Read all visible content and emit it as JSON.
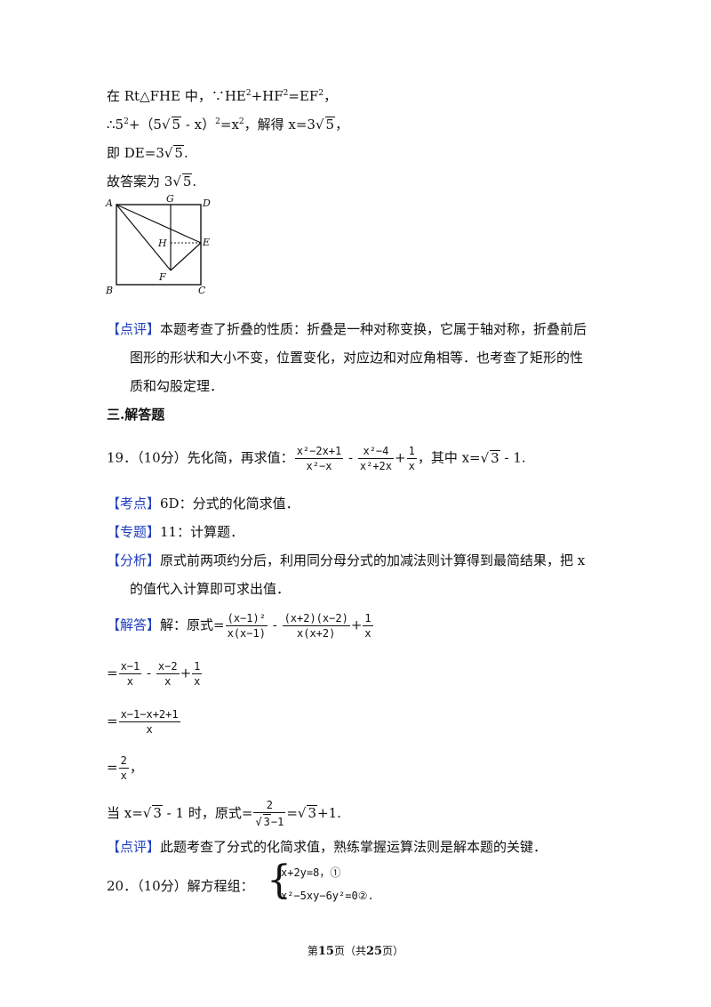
{
  "solution_prev": {
    "l1_a": "在 Rt△FHE 中，∵HE",
    "l1_b": "+HF",
    "l1_c": "=EF",
    "l1_d": "，",
    "sup2": "2",
    "l2_a": "∴5",
    "l2_b": "+（5",
    "l2_c": "5",
    "l2_d": " - x）",
    "l2_e": "=x",
    "l2_f": "，解得 x=3",
    "l2_g": "5",
    "l2_h": "，",
    "l3_a": "即 DE=3",
    "l3_b": "5",
    "l3_c": ".",
    "l4_a": "故答案为 3",
    "l4_b": "5",
    "l4_c": "."
  },
  "figure": {
    "labels": [
      "A",
      "G",
      "D",
      "H",
      "E",
      "F",
      "B",
      "C"
    ]
  },
  "review1": {
    "tag": "【点评】",
    "line1": "本题考查了折叠的性质：折叠是一种对称变换，它属于轴对称，折叠前后",
    "line2": "图形的形状和大小不变，位置变化，对应边和对应角相等．也考查了矩形的性",
    "line3": "质和勾股定理．"
  },
  "section_title": "三.解答题",
  "q19": {
    "number": "19．（10分）先化简，再求值：",
    "f1_num": "x²−2x+1",
    "f1_den": "x²−x",
    "minus": " - ",
    "f2_num": "x²−4",
    "f2_den": "x²+2x",
    "plus": "+",
    "f3_num": "1",
    "f3_den": "x",
    "tail_a": "，其中 x=",
    "tail_b": "3",
    "tail_c": " - 1."
  },
  "kaodian": {
    "tag": "【考点】",
    "text": "6D：分式的化简求值．"
  },
  "zhuanti": {
    "tag": "【专题】",
    "text": "11：计算题．"
  },
  "fenxi": {
    "tag": "【分析】",
    "line1": "原式前两项约分后，利用同分母分式的加减法则计算得到最简结果，把 x",
    "line2": "的值代入计算即可求出值．"
  },
  "jieda": {
    "tag": "【解答】",
    "intro": "解：原式=",
    "f1_num": "(x−1)²",
    "f1_den": "x(x−1)",
    "minus": " - ",
    "f2_num": "(x+2)(x−2)",
    "f2_den": "x(x+2)",
    "plus": "+",
    "f3_num": "1",
    "f3_den": "x",
    "s2_eq": "=",
    "s2_f1_num": "x−1",
    "s2_f1_den": "x",
    "s2_minus": " - ",
    "s2_f2_num": "x−2",
    "s2_f2_den": "x",
    "s2_plus": "+",
    "s2_f3_num": "1",
    "s2_f3_den": "x",
    "s3_eq": "=",
    "s3_num": "x−1−x+2+1",
    "s3_den": "x",
    "s4_eq": "=",
    "s4_num": "2",
    "s4_den": "x",
    "s4_tail": "，",
    "when_a": "当 x=",
    "when_b": "3",
    "when_c": " - 1 时，原式=",
    "when_num": "2",
    "when_den_a": "3",
    "when_den_b": "−1",
    "when_eq": "=",
    "when_d": "3",
    "when_e": "+1."
  },
  "review2": {
    "tag": "【点评】",
    "text": "此题考查了分式的化简求值，熟练掌握运算法则是解本题的关键．"
  },
  "q20": {
    "number": "20．（10分）解方程组：",
    "eq1": "x+2y=8，①",
    "eq2": "x²−5xy−6y²=0②",
    "tail": "."
  },
  "footer": {
    "a": "第",
    "page": "15",
    "b": "页（共",
    "total": "25",
    "c": "页）"
  }
}
